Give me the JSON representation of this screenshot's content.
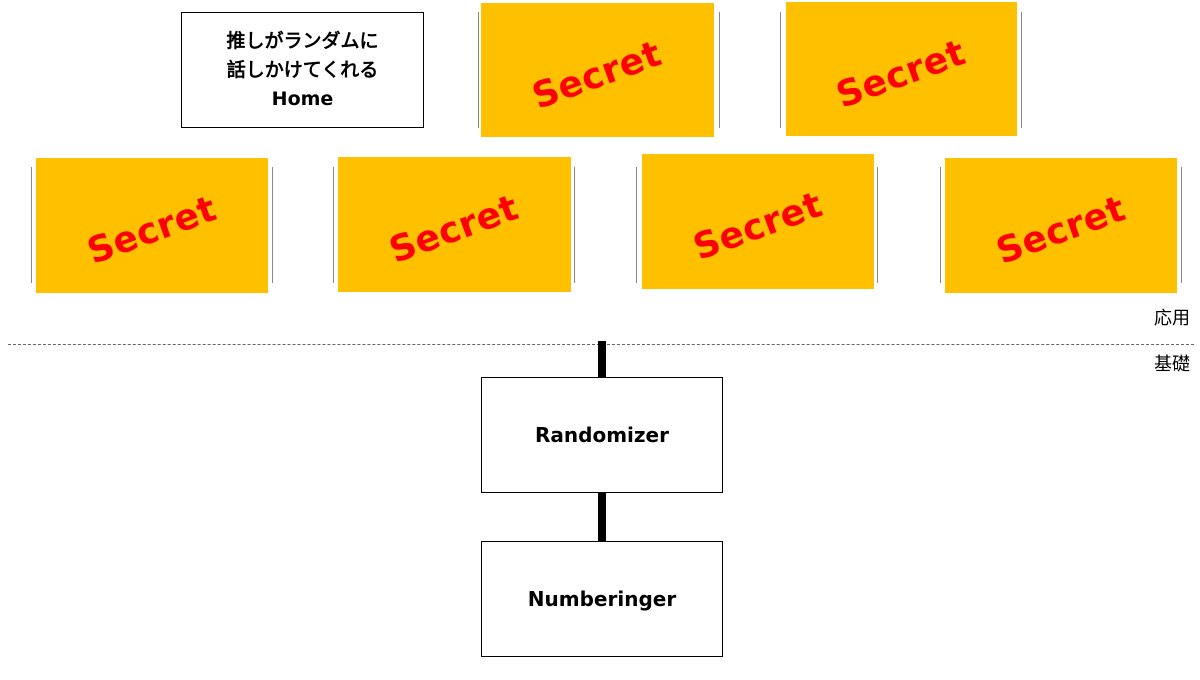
{
  "home_box": {
    "label": "推しがランダムに\n話しかけてくれる\nHome"
  },
  "secret_boxes": [
    {
      "label": "Secret"
    },
    {
      "label": "Secret"
    },
    {
      "label": "Secret"
    },
    {
      "label": "Secret"
    },
    {
      "label": "Secret"
    },
    {
      "label": "Secret"
    }
  ],
  "layers": {
    "upper_label": "応用",
    "lower_label": "基礎"
  },
  "base_boxes": {
    "randomizer": "Randomizer",
    "numberinger": "Numberinger"
  },
  "colors": {
    "secret_fill": "#ffc000",
    "secret_text": "#ff0000",
    "divider": "#666666",
    "connector": "#000000"
  }
}
